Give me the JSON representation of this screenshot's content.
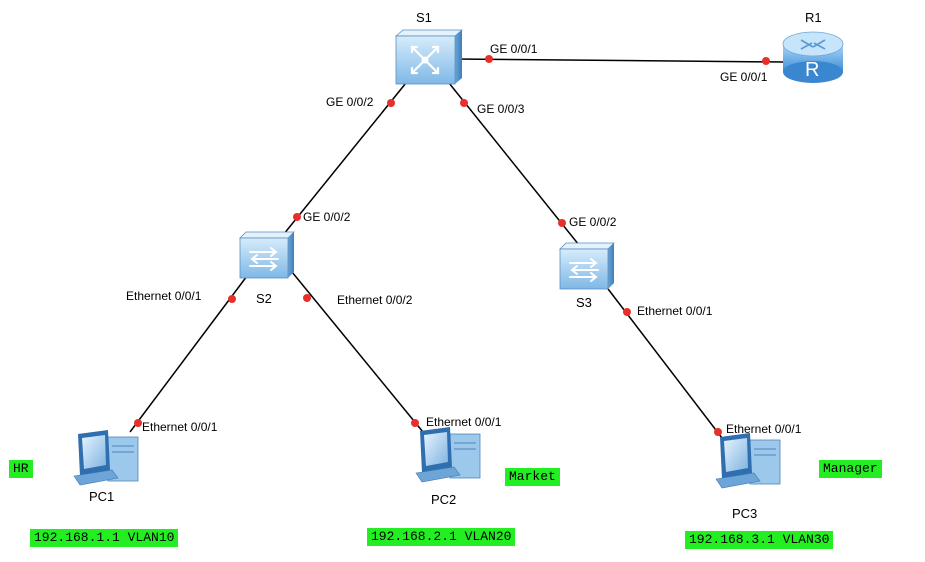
{
  "devices": {
    "s1": {
      "label": "S1"
    },
    "r1": {
      "label": "R1",
      "glyph": "R"
    },
    "s2": {
      "label": "S2"
    },
    "s3": {
      "label": "S3"
    },
    "pc1": {
      "label": "PC1"
    },
    "pc2": {
      "label": "PC2"
    },
    "pc3": {
      "label": "PC3"
    }
  },
  "ports": {
    "s1_r1": "GE 0/0/1",
    "r1_s1": "GE 0/0/1",
    "s1_s2": "GE 0/0/2",
    "s1_s3": "GE 0/0/3",
    "s2_s1": "GE 0/0/2",
    "s3_s1": "GE 0/0/2",
    "s2_pc1": "Ethernet 0/0/1",
    "s2_pc2": "Ethernet 0/0/2",
    "s3_pc3": "Ethernet 0/0/1",
    "pc1_s2": "Ethernet 0/0/1",
    "pc2_s2": "Ethernet 0/0/1",
    "pc3_s3": "Ethernet 0/0/1"
  },
  "tags": {
    "hr": "HR",
    "market": "Market",
    "manager": "Manager",
    "pc1_addr": "192.168.1.1 VLAN10",
    "pc2_addr": "192.168.2.1 VLAN20",
    "pc3_addr": "192.168.3.1 VLAN30"
  },
  "colors": {
    "link": "#000000",
    "port_dot": "#e8302a",
    "label_bg": "#22ee22",
    "device_blue": "#8ec4ec"
  }
}
